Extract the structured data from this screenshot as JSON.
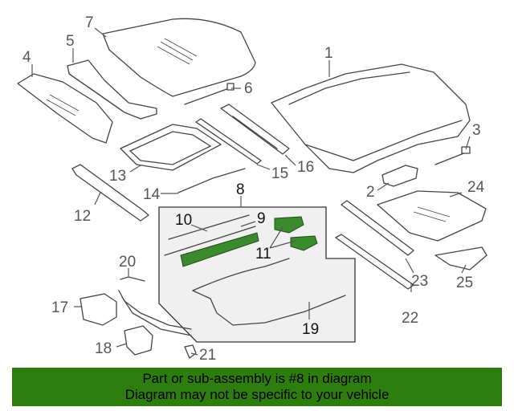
{
  "callouts": {
    "c1": "1",
    "c2": "2",
    "c3": "3",
    "c4": "4",
    "c5": "5",
    "c6": "6",
    "c7": "7",
    "c8": "8",
    "c9": "9",
    "c10": "10",
    "c11": "11",
    "c12": "12",
    "c13": "13",
    "c14": "14",
    "c15": "15",
    "c16": "16",
    "c17": "17",
    "c18": "18",
    "c19": "19",
    "c20": "20",
    "c21": "21",
    "c22": "22",
    "c23": "23",
    "c24": "24",
    "c25": "25"
  },
  "colors": {
    "highlight_part": "#3b8a2e",
    "banner": "#2e7d0f",
    "assembly_box": "#f0f0f0"
  },
  "banner": {
    "line1": "Part or sub-assembly is #8 in diagram",
    "line2": "Diagram may not be specific to your vehicle"
  }
}
